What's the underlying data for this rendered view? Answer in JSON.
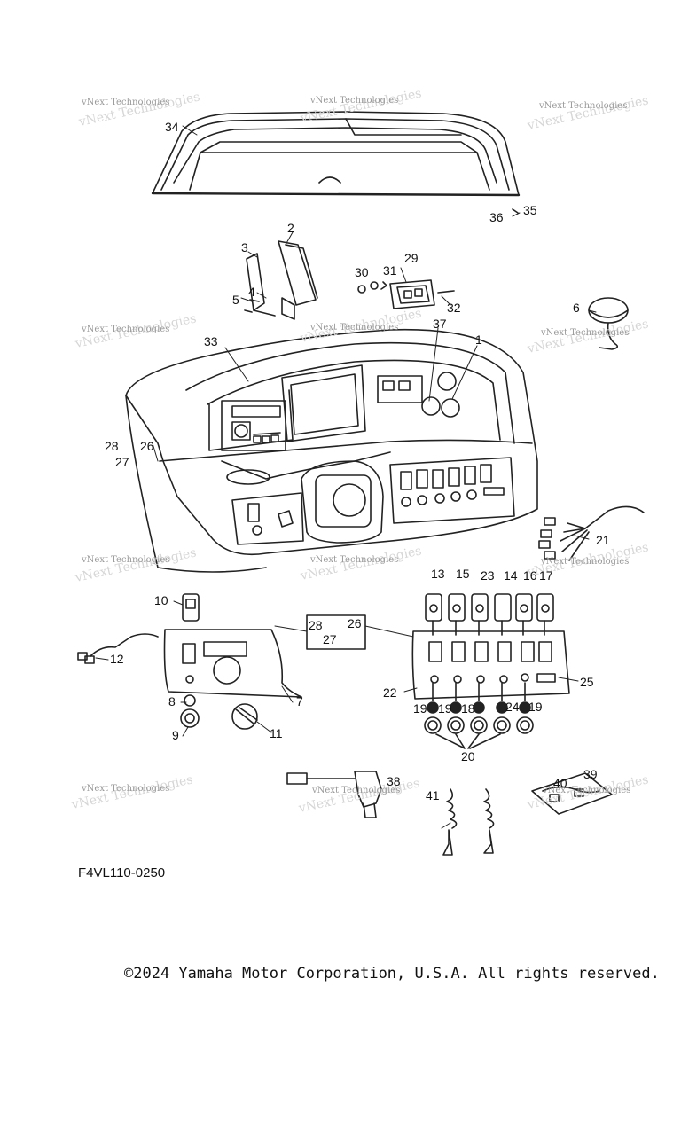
{
  "watermark": "vNext Technologies",
  "diagram_code": "F4VL110-0250",
  "copyright": "©2024 Yamaha Motor Corporation, U.S.A. All rights reserved.",
  "callouts": [
    "34",
    "36",
    "35",
    "2",
    "3",
    "4",
    "5",
    "30",
    "31",
    "29",
    "32",
    "6",
    "33",
    "37",
    "1",
    "28",
    "27",
    "26",
    "21",
    "10",
    "12",
    "28",
    "27",
    "26",
    "13",
    "15",
    "23",
    "14",
    "16",
    "17",
    "22",
    "25",
    "7",
    "8",
    "9",
    "11",
    "19",
    "19",
    "18",
    "24",
    "19",
    "20",
    "38",
    "39",
    "40",
    "41"
  ]
}
